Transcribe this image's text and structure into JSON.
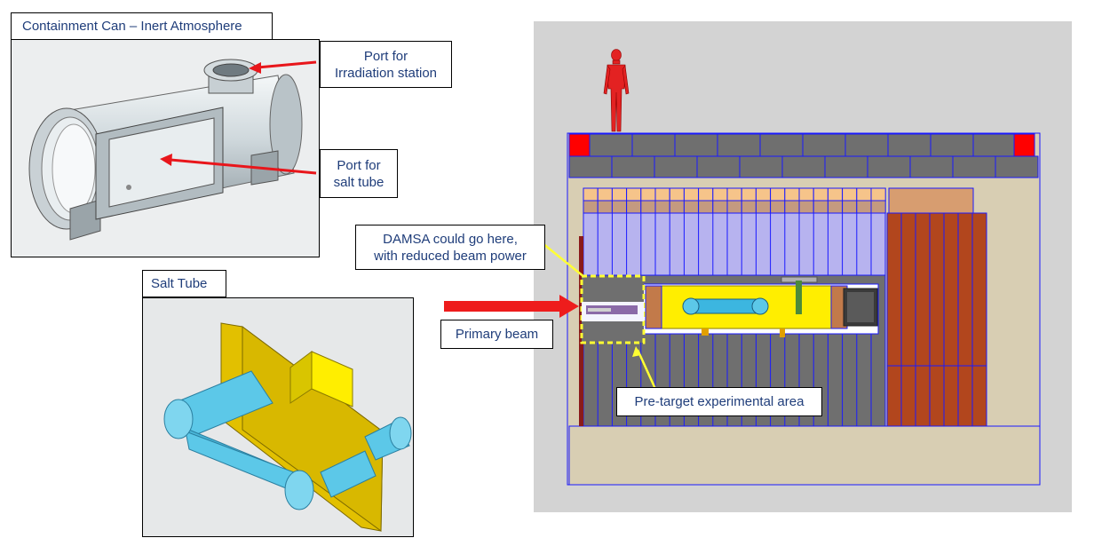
{
  "containment": {
    "title": "Containment Can – Inert Atmosphere",
    "port_irradiation": [
      "Port for",
      "Irradiation station"
    ],
    "port_salt": [
      "Port for",
      "salt tube"
    ]
  },
  "salt_tube": {
    "title": "Salt Tube"
  },
  "target_station": {
    "damsa": [
      "DAMSA could go here,",
      "with reduced beam power"
    ],
    "primary_beam": "Primary beam",
    "pre_target": "Pre-target experimental area"
  },
  "colors": {
    "annotation_arrow": "#e8161b",
    "callout_line": "#ffff33",
    "label_text": "#1f3d7a",
    "shield_blue": "#1a1aff",
    "iron": "#6f6f6f",
    "concrete": "#d8ceb3",
    "copper": "#b2461d",
    "vessel_yellow": "#ffee00",
    "salt_pipe": "#5cc8e8",
    "plate_yellow": "#e2c000",
    "human_figure": "#e32222"
  },
  "icons": [
    "human-figure-icon",
    "red-arrow-icon"
  ]
}
